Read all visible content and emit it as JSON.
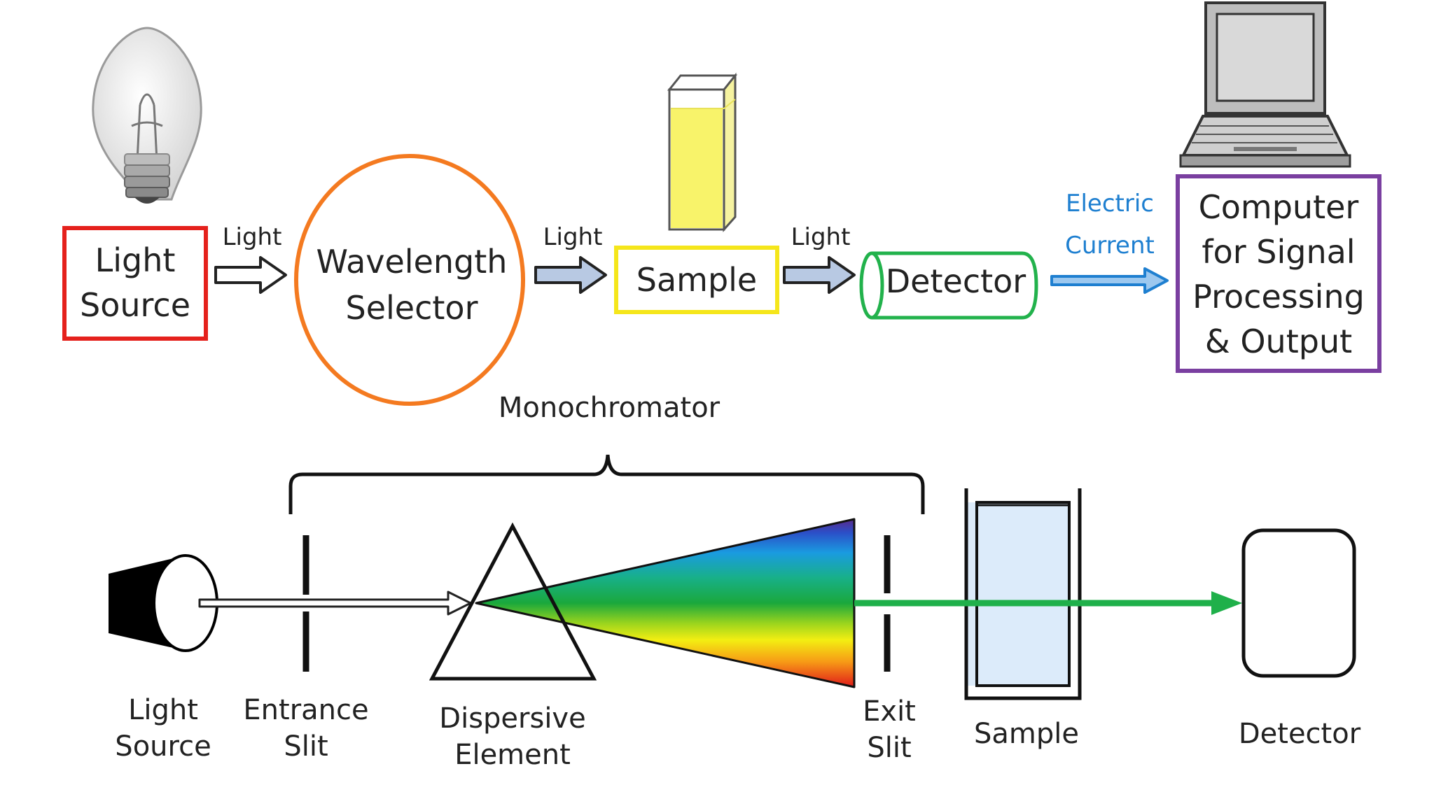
{
  "top": {
    "light_source": [
      "Light",
      "Source"
    ],
    "arrow_label_1": "Light",
    "wavelength_selector": [
      "Wavelength",
      "Selector"
    ],
    "arrow_label_2": "Light",
    "sample": "Sample",
    "arrow_label_3": "Light",
    "detector": "Detector",
    "electric_current": [
      "Electric",
      "Current"
    ],
    "computer": [
      "Computer",
      "for Signal",
      "Processing",
      "& Output"
    ]
  },
  "bottom": {
    "monochromator": "Monochromator",
    "light_source": [
      "Light",
      "Source"
    ],
    "entrance_slit": [
      "Entrance",
      "Slit"
    ],
    "dispersive_element": [
      "Dispersive",
      "Element"
    ],
    "exit_slit": [
      "Exit",
      "Slit"
    ],
    "sample": "Sample",
    "detector": "Detector"
  },
  "colors": {
    "light_source_box": "#e5211c",
    "wavelength_selector": "#f47a20",
    "sample_box": "#f5e61b",
    "detector_box": "#22b24c",
    "electric_current": "#1e7fd0",
    "computer_box": "#7a3fa0",
    "light_arrow_fill": "#b8c9e3",
    "green_beam": "#1fb04a",
    "sample_liquid": "#dcebfa"
  }
}
